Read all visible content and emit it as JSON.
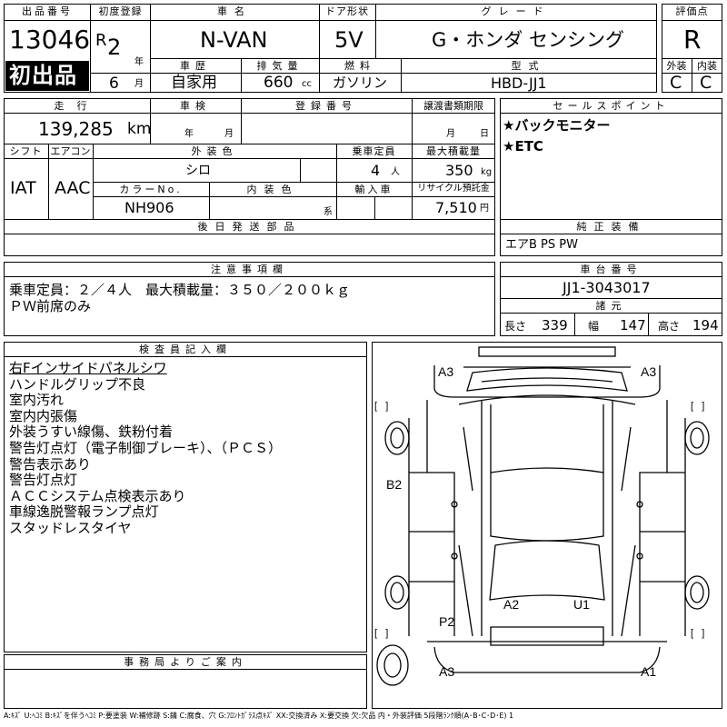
{
  "header": {
    "lot_label": "出品番号",
    "lot_number": "13046",
    "first_listing": "初出品",
    "reg_label": "初度登録",
    "reg_era": "R",
    "reg_year": "2",
    "year_unit": "年",
    "reg_month": "6",
    "month_unit": "月",
    "name_label": "車名",
    "car_name": "N-VAN",
    "door_label": "ドア形状",
    "door": "5V",
    "grade_label": "グレード",
    "grade": "G・ホンダ センシング",
    "score_label": "評価点",
    "score": "R",
    "history_label": "車歴",
    "history": "自家用",
    "disp_label": "排気量",
    "displacement": "660",
    "cc": "cc",
    "fuel_label": "燃料",
    "fuel": "ガソリン",
    "model_label": "型式",
    "model": "HBD-JJ1",
    "ext_label": "外装",
    "ext_grade": "C",
    "int_label": "内装",
    "int_grade": "C"
  },
  "row2": {
    "mileage_label": "走行",
    "mileage": "139,285",
    "km": "km",
    "inspection_label": "車検",
    "insp_year": "年",
    "insp_month": "月",
    "regno_label": "登録番号",
    "transfer_label": "譲渡書類期限",
    "transfer_month": "月",
    "transfer_day": "日",
    "selling_label": "セールスポイント",
    "selling_points": [
      "★バックモニター",
      "★ETC"
    ],
    "shift_label": "シフト",
    "shift": "IAT",
    "ac_label": "エアコン",
    "ac": "AAC",
    "extcolor_label": "外装色",
    "ext_color": "シロ",
    "capacity_label": "乗車定員",
    "capacity": "4",
    "person_unit": "人",
    "load_label": "最大積載量",
    "max_load": "350",
    "kg": "kg",
    "colorno_label": "カラーNo.",
    "color_no": "NH906",
    "intcolor_label": "内装色",
    "int_color_unit": "系",
    "import_label": "輸入車",
    "recycle_label": "リサイクル預託金",
    "recycle": "7,510",
    "yen": "円",
    "later_label": "後日発送部品",
    "equip_label": "純正装備",
    "equipment": "エアB PS PW"
  },
  "notice": {
    "label": "注意事項欄",
    "lines": [
      "乗車定員：２／４人　最大積載量：３５０／２００ｋｇ",
      "ＰＷ前席のみ"
    ]
  },
  "chassis": {
    "label": "車台番号",
    "number": "JJ1-3043017",
    "dims_label": "諸元",
    "len_label": "長さ",
    "length": "339",
    "wid_label": "幅",
    "width": "147",
    "hgt_label": "高さ",
    "height": "194"
  },
  "inspector": {
    "label": "検査員記入欄",
    "notes": [
      "右Fインサイドパネルシワ",
      "ハンドルグリップ不良",
      "室内汚れ",
      "室内内張傷",
      "外装うすい線傷、鉄粉付着",
      "警告灯点灯（電子制御ブレーキ）、（ＰＣＳ）",
      "警告表示あり",
      "警告灯点灯",
      "ＡＣＣシステム点検表示あり",
      "車線逸脱警報ランプ点灯",
      "スタッドレスタイヤ"
    ]
  },
  "diagram": {
    "marks": [
      "A3",
      "A3",
      "B2",
      "A2",
      "U1",
      "P2",
      "A3",
      "A1"
    ],
    "brackets": "[   ]"
  },
  "office": {
    "label": "事務局よりご案内"
  },
  "legend": "A:ｷｽﾞ U:ﾍｺﾐ B:ｷｽﾞを伴うﾍｺﾐ P:要塗装 W:補修跡 S:錆 C:腐食、穴 G:ﾌﾛﾝﾄｶﾞﾗｽ点ｷｽﾞ XX:交換済み X:要交換 欠:欠品 内・外装評価 5段階ﾗﾝｸ順(A･B･C･D･E) 1"
}
